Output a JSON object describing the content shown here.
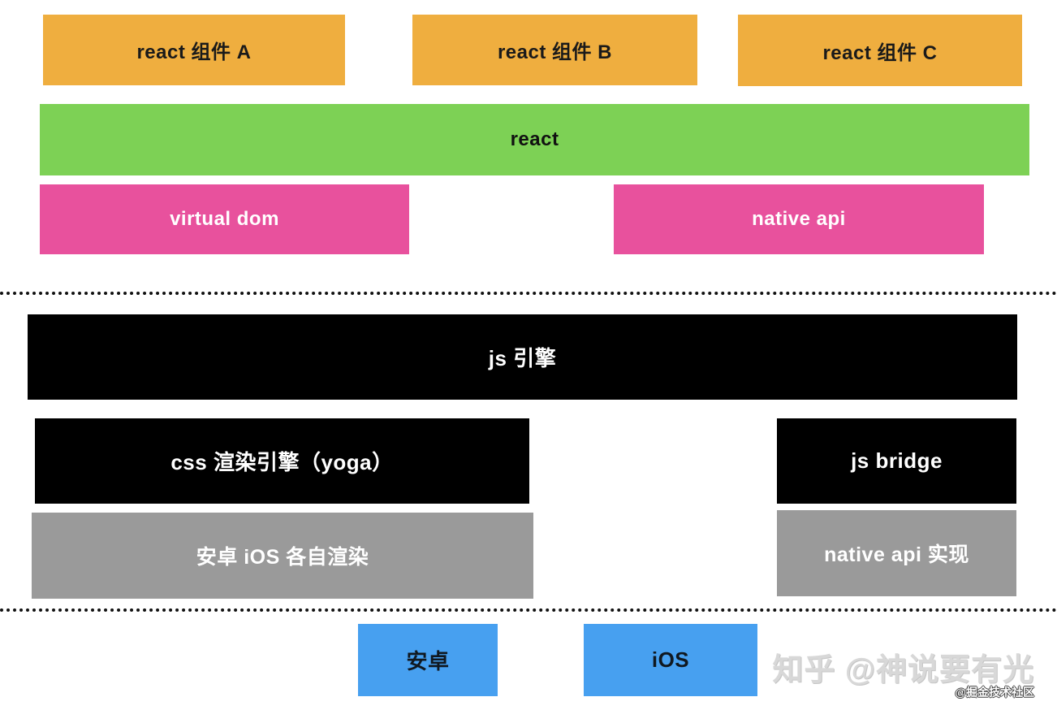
{
  "diagram": {
    "title_semantic": "react-native architecture diagram",
    "colors": {
      "component_orange": "#EFAE3F",
      "react_green": "#7DD155",
      "pink": "#E8519D",
      "engine_black": "#000000",
      "platform_gray": "#9A9A9A",
      "os_blue": "#47A0F0",
      "background": "#ffffff"
    },
    "react_components": [
      {
        "label": "react 组件 A"
      },
      {
        "label": "react 组件 B"
      },
      {
        "label": "react 组件 C"
      }
    ],
    "react_bar": {
      "label": "react"
    },
    "bridge_row": [
      {
        "label": "virtual dom"
      },
      {
        "label": "native api"
      }
    ],
    "js_engine": {
      "label": "js 引擎"
    },
    "engine_row": [
      {
        "label": "css 渲染引擎（yoga）"
      },
      {
        "label": "js bridge"
      }
    ],
    "native_row": [
      {
        "label": "安卓 iOS 各自渲染"
      },
      {
        "label": "native api 实现"
      }
    ],
    "platform_row": [
      {
        "label": "安卓"
      },
      {
        "label": "iOS"
      }
    ],
    "watermark": {
      "main": "知乎 @神说要有光",
      "badge": "@掘金技术社区"
    }
  }
}
